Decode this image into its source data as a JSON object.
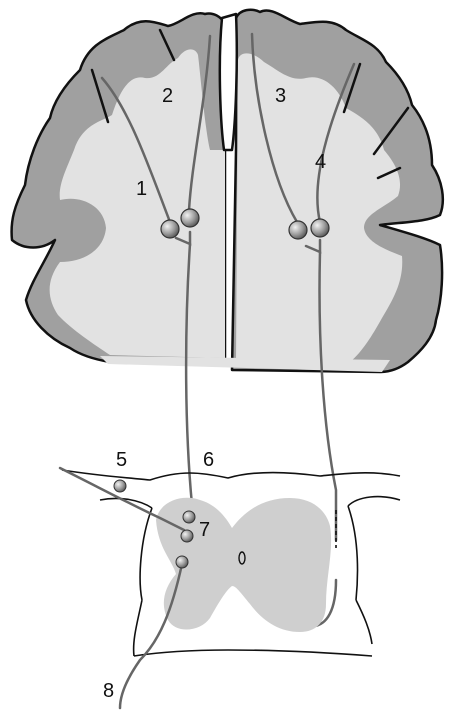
{
  "colors": {
    "grey_matter": "#a0a0a0",
    "white_matter": "#e2e2e2",
    "cord_grey": "#cfcfcf",
    "outline": "#111111",
    "axon": "#666666",
    "neuron": "#8a8a8a"
  },
  "labels": {
    "l1": "1",
    "l2": "2",
    "l3": "3",
    "l4": "4",
    "l5": "5",
    "l6": "6",
    "l7": "7",
    "l8": "8"
  }
}
